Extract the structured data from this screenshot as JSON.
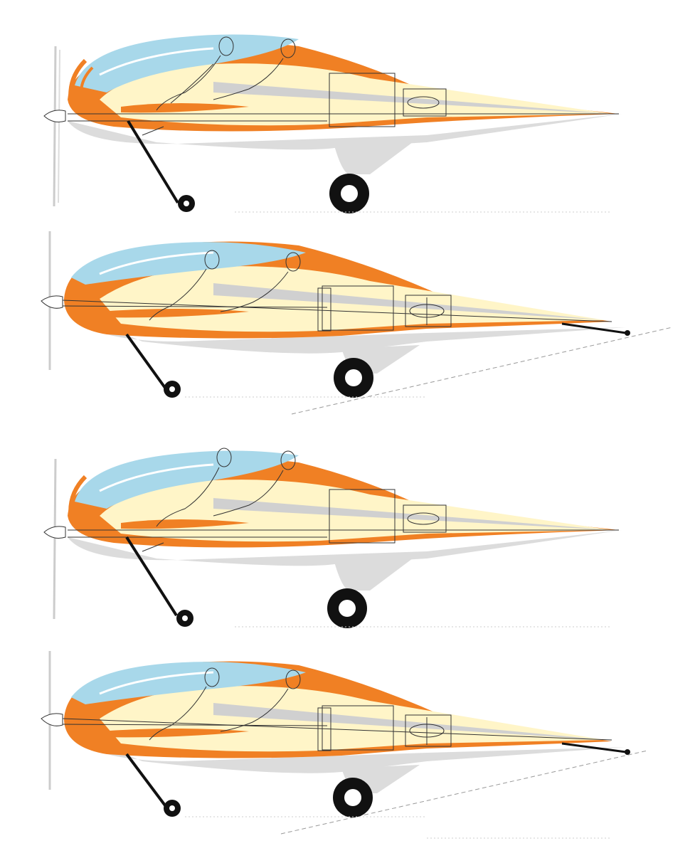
{
  "sheet": {
    "views": [
      {
        "variant": "nose-gear-down",
        "tail": "no-tailwheel"
      },
      {
        "variant": "tail-down",
        "tail": "tailwheel-with-ground-line"
      },
      {
        "variant": "nose-gear-down",
        "tail": "no-tailwheel"
      },
      {
        "variant": "tail-down",
        "tail": "tailwheel-with-ground-line"
      }
    ],
    "colors": {
      "canopy": "#a8d8ea",
      "fuselage_orange": "#f08024",
      "fuselage_cream": "#fff5c8",
      "fuselage_grey": "#dcdcdc",
      "outline": "#222222",
      "wheel": "#111111"
    },
    "icons": [
      "propeller-icon",
      "pilot-figure-icon",
      "passenger-figure-icon",
      "wheel-icon",
      "engine-box-icon"
    ]
  }
}
